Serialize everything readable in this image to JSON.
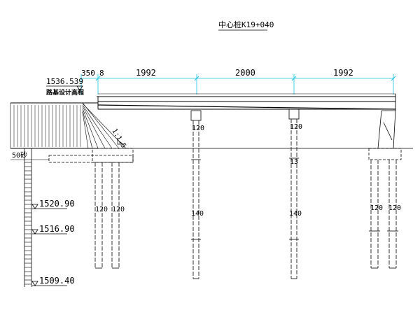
{
  "title": "中心桩K19+040",
  "dimensions": {
    "left_350": "350",
    "left_8": "8",
    "span_1": "1992",
    "span_2": "2000",
    "span_3": "1992"
  },
  "elevations": {
    "top": "1536.539",
    "e1": "1520.90",
    "e2": "1516.90",
    "e3": "1509.40"
  },
  "labels": {
    "roadbed_note": "路基设计高程",
    "slope": "1:1.5",
    "soil": "50砂"
  },
  "pile_labels": {
    "abutment_left_a": "120",
    "abutment_left_b": "120",
    "pier1_cap": "120",
    "pier1_mid": "140",
    "pier2_cap": "120",
    "pier2_cap_low": "13",
    "pier2_mid": "140",
    "abutment_right_a": "120",
    "abutment_right_b": "120"
  },
  "colors": {
    "line": "#000000",
    "dimension": "#19c3e6"
  }
}
